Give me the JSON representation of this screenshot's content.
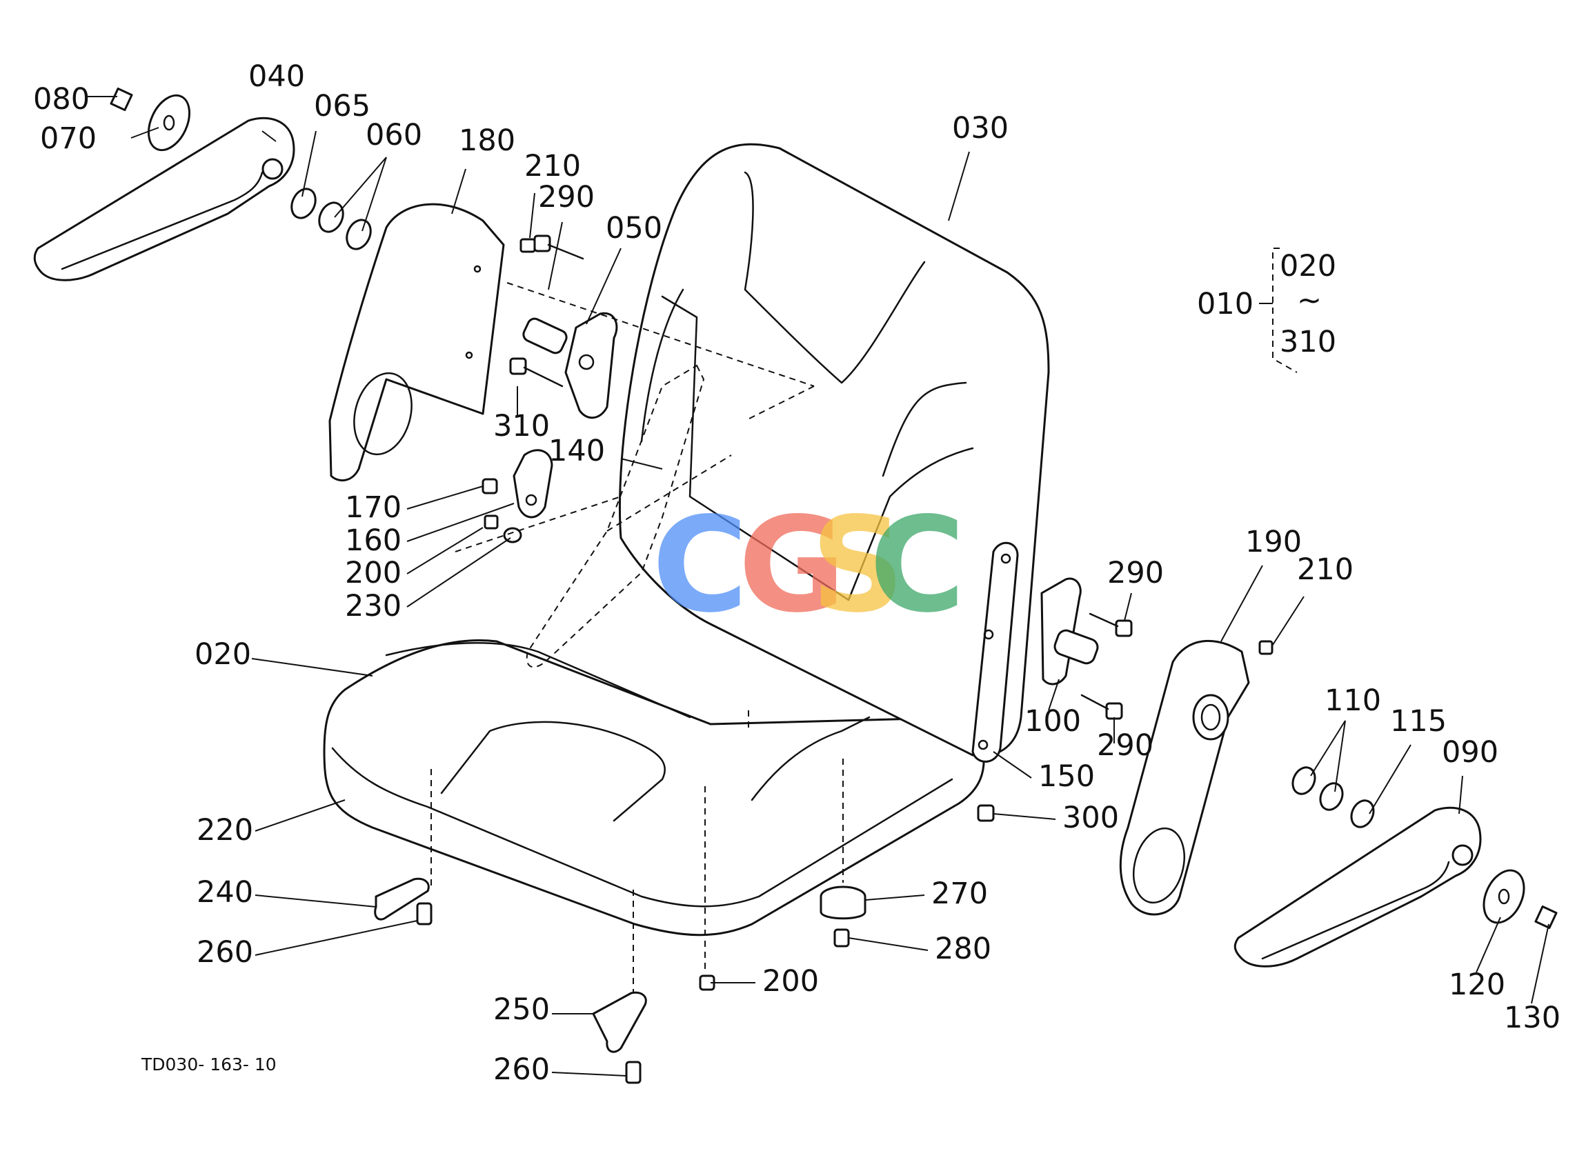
{
  "diagram": {
    "drawing_code": "TD030- 163- 10",
    "watermark": [
      {
        "char": "C",
        "color": "#4f8ef7"
      },
      {
        "char": "G",
        "color": "#ef6b5a"
      },
      {
        "char": "S",
        "color": "#f6c342"
      },
      {
        "char": "C",
        "color": "#3da86a"
      }
    ],
    "range_bracket": {
      "parent": "010",
      "from": "020",
      "tilde": "~",
      "to": "310"
    },
    "part_labels": [
      "080",
      "040",
      "065",
      "060",
      "070",
      "180",
      "210",
      "290",
      "050",
      "030",
      "310",
      "140",
      "170",
      "160",
      "200",
      "230",
      "020",
      "220",
      "240",
      "260",
      "250",
      "260",
      "200",
      "270",
      "280",
      "300",
      "150",
      "100",
      "290",
      "290",
      "190",
      "210",
      "110",
      "115",
      "090",
      "120",
      "130"
    ]
  }
}
